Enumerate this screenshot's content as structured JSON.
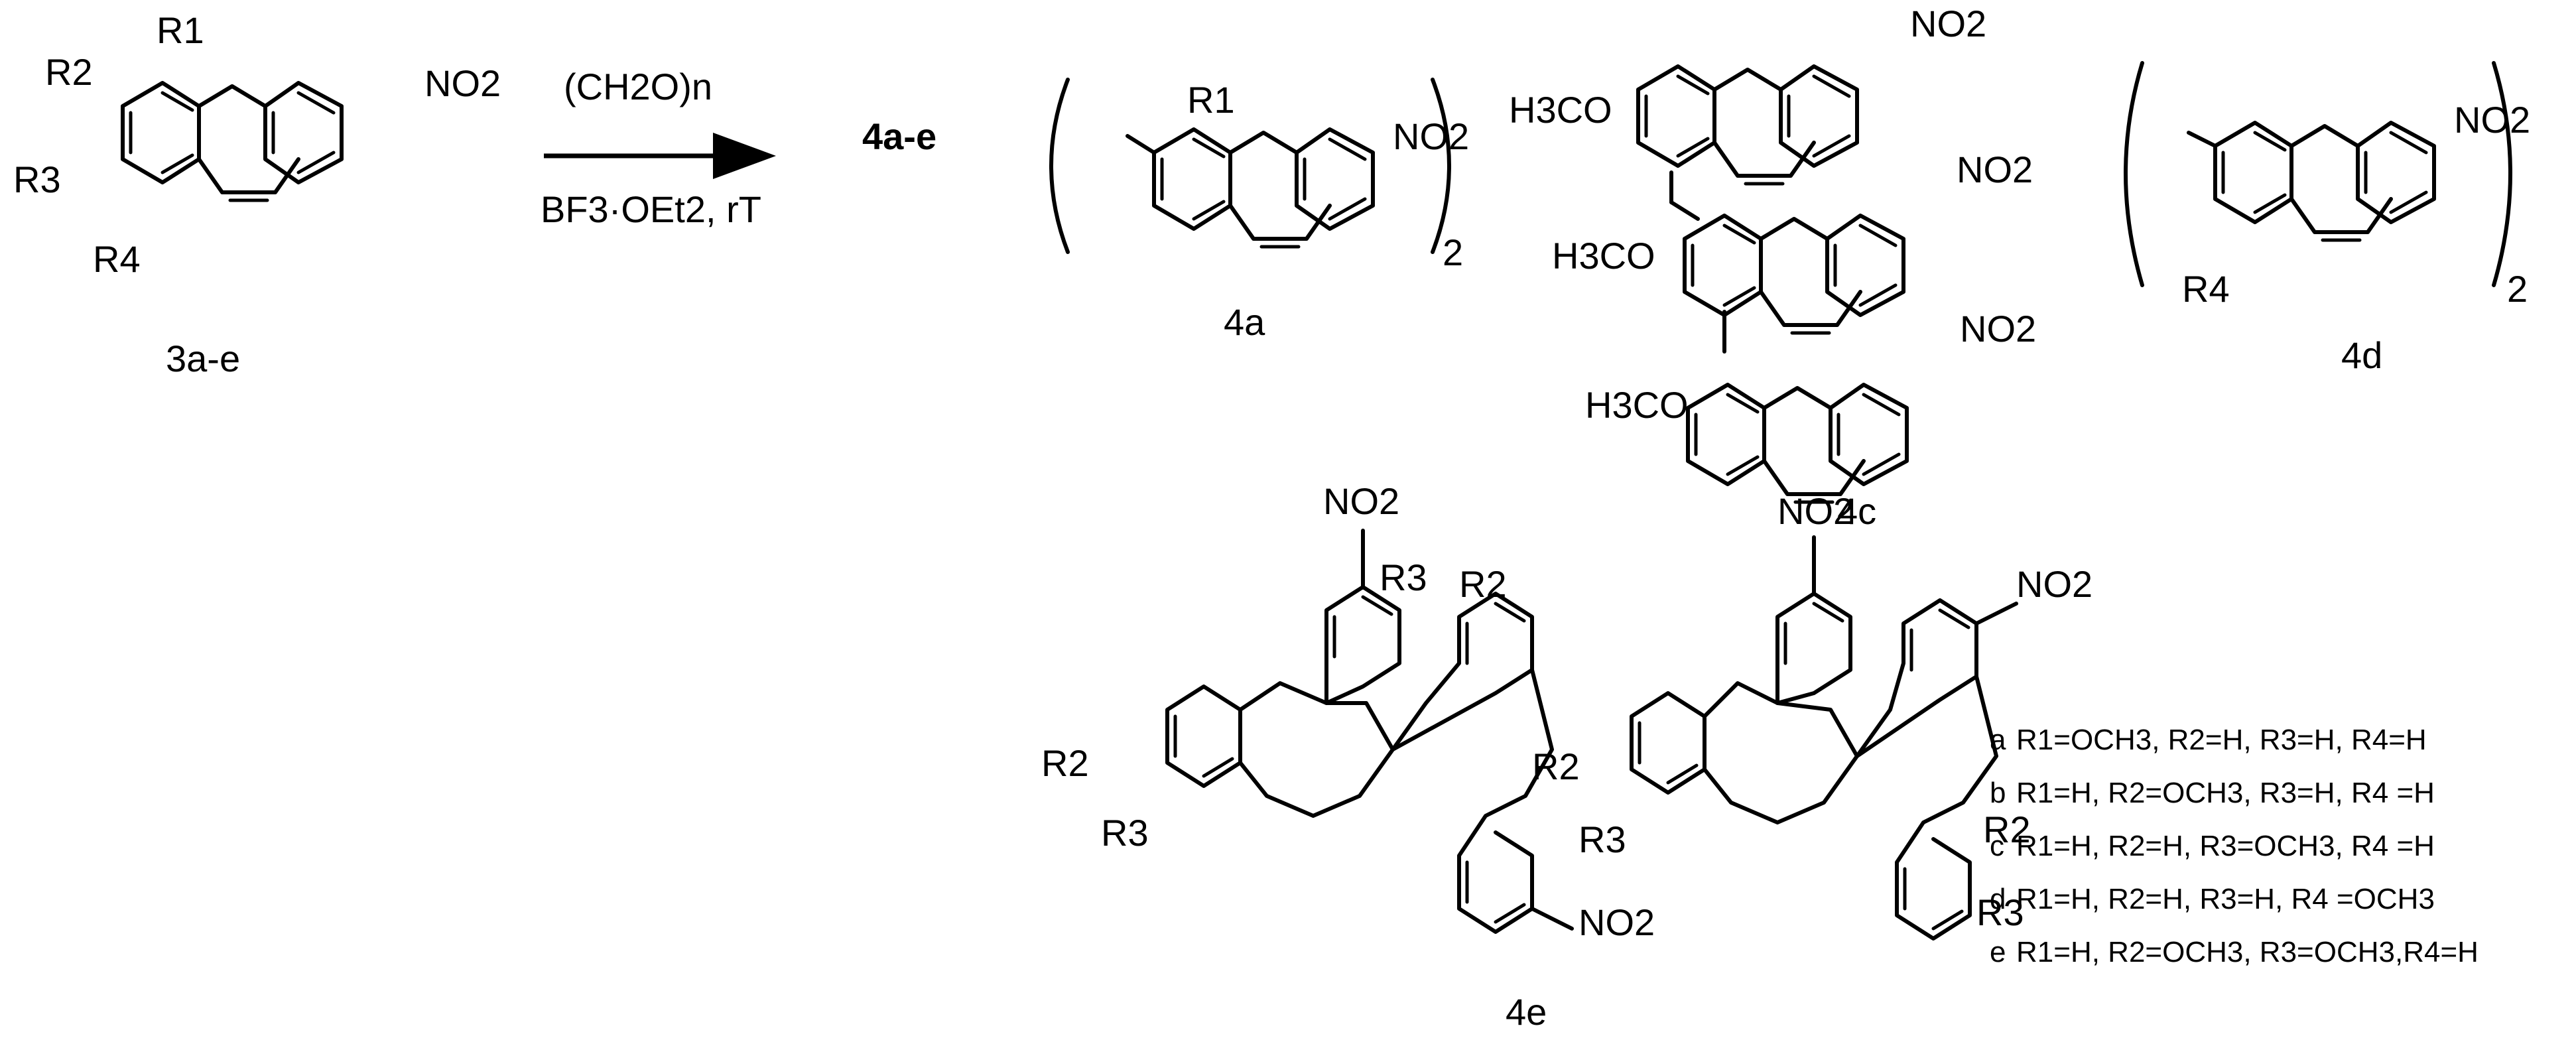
{
  "scheme": {
    "reactant": {
      "id": "3a-e",
      "substituents": [
        "R1",
        "R2",
        "R3",
        "R4"
      ],
      "group": "NO2"
    },
    "reagents": {
      "above": "(CH2O)n",
      "below": "BF3·OEt2, rT"
    },
    "product_label": "4a-e"
  },
  "products": {
    "4a": {
      "id": "4a",
      "multiplier": "2",
      "substituent": "R1",
      "group": "NO2"
    },
    "4c": {
      "id": "4c",
      "methoxy": "H3CO",
      "group": "NO2"
    },
    "4d": {
      "id": "4d",
      "multiplier": "2",
      "substituent": "R4",
      "group": "NO2"
    },
    "4e": {
      "id": "4e",
      "group": "NO2",
      "substituents": [
        "R2",
        "R3"
      ]
    }
  },
  "legend": [
    {
      "key": "a",
      "text": "R1=OCH3, R2=H, R3=H, R4=H"
    },
    {
      "key": "b",
      "text": "R1=H, R2=OCH3, R3=H, R4 =H"
    },
    {
      "key": "c",
      "text": "R1=H, R2=H, R3=OCH3, R4 =H"
    },
    {
      "key": "d",
      "text": "R1=H, R2=H, R3=H, R4 =OCH3"
    },
    {
      "key": "e",
      "text": "R1=H, R2=OCH3, R3=OCH3,R4=H"
    }
  ]
}
